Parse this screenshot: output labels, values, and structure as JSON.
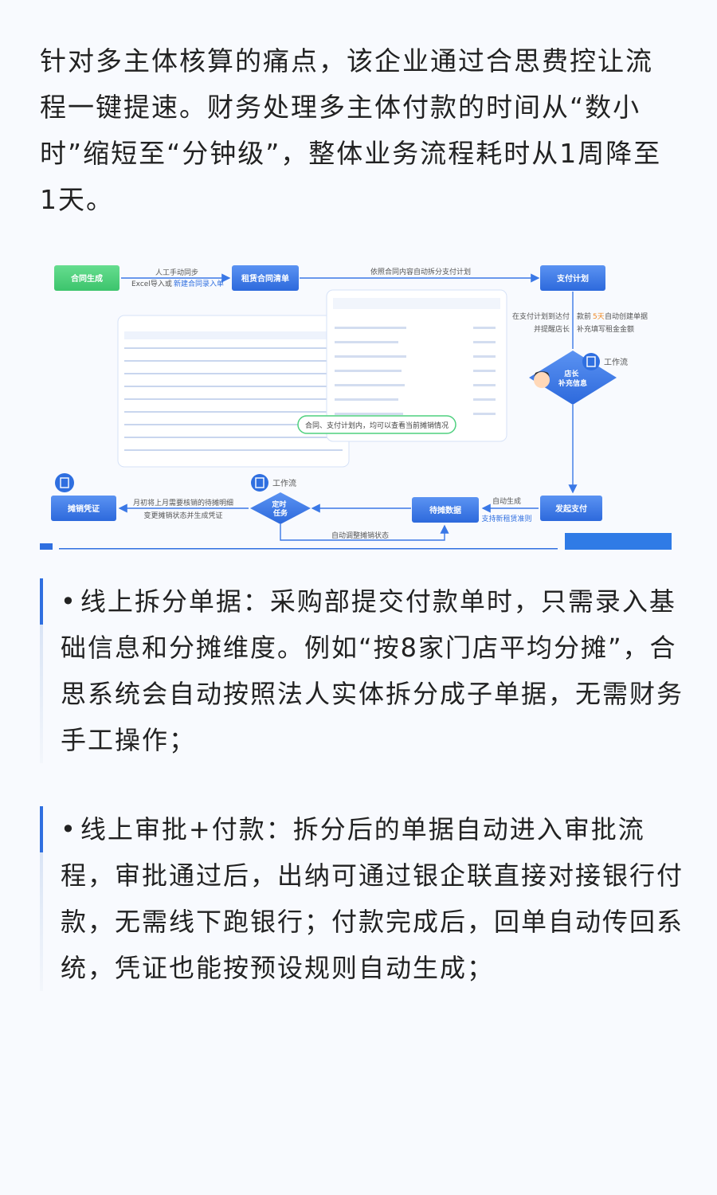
{
  "intro": "针对多主体核算的痛点，该企业通过合思费控让流程一键提速。财务处理多主体付款的时间从“数小时”缩短至“分钟级”，整体业务流程耗时从1周降至1天。",
  "diagram": {
    "nodes": {
      "contract_gen": "合同生成",
      "lease_list": "租赁合同清单",
      "payment_plan": "支付计划",
      "shop_manager": "店长\n补充信息",
      "initiate_payment": "发起支付",
      "pending_amort": "待摊数据",
      "scheduled_task": "定时\n任务",
      "amort_voucher": "摊销凭证"
    },
    "edge_labels": {
      "manual_sync": "人工手动同步",
      "excel_import": "Excel导入或",
      "excel_import_link": "新建合同录入单",
      "auto_split": "依照合同内容自动拆分支付计划",
      "plan_due_1": "在支付计划到达付",
      "plan_due_2": "并提醒店长",
      "auto_create_1": "款前",
      "auto_create_days": "5天",
      "auto_create_2": "自动创建单据",
      "fill_amount": "补充填写租金金额",
      "workflow_right": "工作流",
      "workflow_left": "工作流",
      "auto_generate": "自动生成",
      "support_new_lease": "支持新租赁准则",
      "monthly_1": "月初将上月需要核销的待摊明细",
      "monthly_2": "变更摊销状态并生成凭证",
      "auto_adjust": "自动调整摊销状态",
      "callout": "合同、支付计划内，均可以查看当前摊销情况"
    },
    "colors": {
      "green": "#4fd07f",
      "blue": "#2f6fe0",
      "light_blue": "#dfe9fb",
      "line": "#3a78e6"
    }
  },
  "bullets": [
    {
      "dot": "•",
      "text": "线上拆分单据：采购部提交付款单时，只需录入基础信息和分摊维度。例如“按8家门店平均分摊”，合思系统会自动按照法人实体拆分成子单据，无需财务手工操作；"
    },
    {
      "dot": "•",
      "text": "线上审批+付款：拆分后的单据自动进入审批流程，审批通过后，出纳可通过银企联直接对接银行付款，无需线下跑银行；付款完成后，回单自动传回系统，凭证也能按预设规则自动生成；"
    }
  ]
}
